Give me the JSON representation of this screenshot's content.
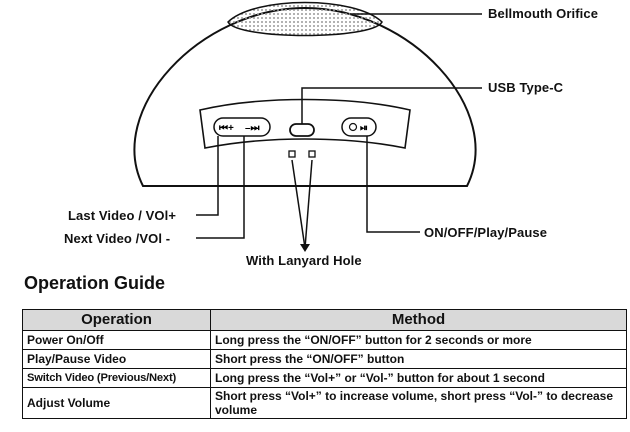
{
  "callouts": {
    "bellmouth": "Bellmouth Orifice",
    "usb": "USB Type-C",
    "last_video": "Last Video / VOl+",
    "next_video": "Next Video  /VOl -",
    "power": "ON/OFF/Play/Pause",
    "lanyard": "With Lanyard Hole"
  },
  "guide": {
    "title": "Operation Guide",
    "headers": [
      "Operation",
      "Method"
    ],
    "rows": [
      {
        "operation": "Power On/Off",
        "method": "Long press the “ON/OFF” button for 2 seconds or more"
      },
      {
        "operation": "Play/Pause Video",
        "method": "Short press the “ON/OFF” button"
      },
      {
        "operation": "Switch Video (Previous/Next)",
        "method": "Long press the “Vol+” or “Vol-” button for about 1 second"
      },
      {
        "operation": "Adjust Volume",
        "method": "Short press “Vol+” to increase volume, short press “Vol-” to decrease volume"
      }
    ]
  },
  "colors": {
    "line": "#111111",
    "grille": "#b3b3b3",
    "header_bg": "#d9d9d9"
  }
}
